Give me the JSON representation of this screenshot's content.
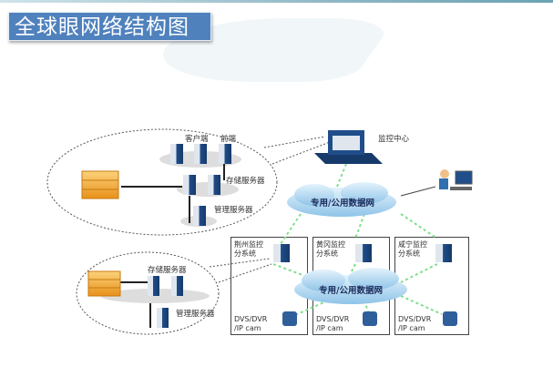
{
  "title": "全球眼网络结构图",
  "top_cluster": {
    "labels": {
      "client": "客户端",
      "front": "前端",
      "storage": "存储服务器",
      "mgmt": "管理服务器"
    }
  },
  "bottom_cluster": {
    "labels": {
      "storage": "存储服务器",
      "mgmt": "管理服务器"
    }
  },
  "monitor_center": "监控中心",
  "cloud_top": "专用/公用数据网",
  "cloud_bottom": "专用/公用数据网",
  "subsystems": [
    {
      "name_line1": "荆州监控",
      "name_line2": "分系统",
      "device_line1": "DVS/DVR",
      "device_line2": "/IP cam"
    },
    {
      "name_line1": "黄冈监控",
      "name_line2": "分系统",
      "device_line1": "DVS/DVR",
      "device_line2": "/IP cam"
    },
    {
      "name_line1": "咸宁监控",
      "name_line2": "分系统",
      "device_line1": "DVS/DVR",
      "device_line2": "/IP cam"
    }
  ],
  "colors": {
    "title_bg": "#4f81bd",
    "server": "#1f4e8a",
    "storage_box": "#f5a623",
    "cloud": "#a9d2ee",
    "link": "#7ee08a"
  }
}
